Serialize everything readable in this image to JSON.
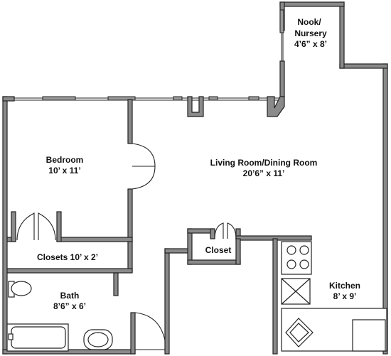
{
  "rooms": {
    "nook": {
      "name_line1": "Nook/",
      "name_line2": "Nursery",
      "size": "4’6” x 8’"
    },
    "living": {
      "name": "Living Room/Dining Room",
      "size": "20’6” x 11’"
    },
    "bedroom": {
      "name": "Bedroom",
      "size": "10’ x 11’"
    },
    "closets": {
      "label": "Closets 10’ x 2’"
    },
    "closet": {
      "label": "Closet"
    },
    "kitchen": {
      "name": "Kitchen",
      "size": "8’ x 9’"
    },
    "bath": {
      "name": "Bath",
      "size": "8’6” x 6’"
    }
  }
}
